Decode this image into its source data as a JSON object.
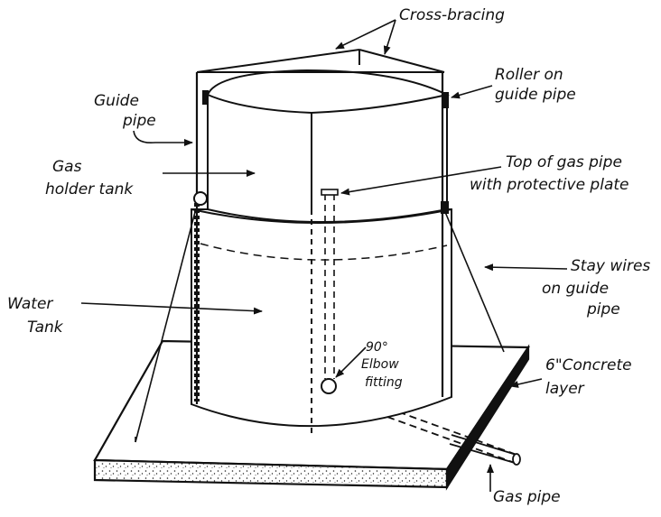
{
  "diagram": {
    "labels": {
      "cross_bracing": "Cross-bracing",
      "roller_line1": "Roller on",
      "roller_line2": "guide pipe",
      "guide_pipe_line1": "Guide",
      "guide_pipe_line2": "pipe",
      "gas_holder_line1": "Gas",
      "gas_holder_line2": "holder tank",
      "top_gas_pipe_line1": "Top of gas pipe",
      "top_gas_pipe_line2": "with protective plate",
      "stay_wires_line1": "Stay wires",
      "stay_wires_line2": "on guide",
      "stay_wires_line3": "pipe",
      "water_tank_line1": "Water",
      "water_tank_line2": "Tank",
      "elbow_line1": "90°",
      "elbow_line2": "Elbow",
      "elbow_line3": "fitting",
      "concrete_line1": "6\"Concrete",
      "concrete_line2": "layer",
      "gas_pipe": "Gas pipe"
    }
  }
}
